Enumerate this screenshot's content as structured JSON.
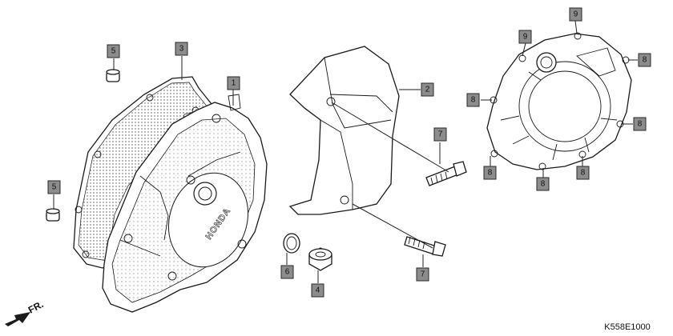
{
  "diagram_code": "K558E1000",
  "direction_label": "FR.",
  "brand_text": "HONDA",
  "callouts": {
    "c1": "1",
    "c2": "2",
    "c3": "3",
    "c4": "4",
    "c5a": "5",
    "c5b": "5",
    "c6": "6",
    "c7a": "7",
    "c7b": "7",
    "c8a": "8",
    "c8b": "8",
    "c8c": "8",
    "c8d": "8",
    "c8e": "8",
    "c8f": "8",
    "c9a": "9",
    "c9b": "9"
  },
  "colors": {
    "callout_fill": "#8c8c8c",
    "line": "#1a1a1a",
    "background": "#ffffff"
  }
}
